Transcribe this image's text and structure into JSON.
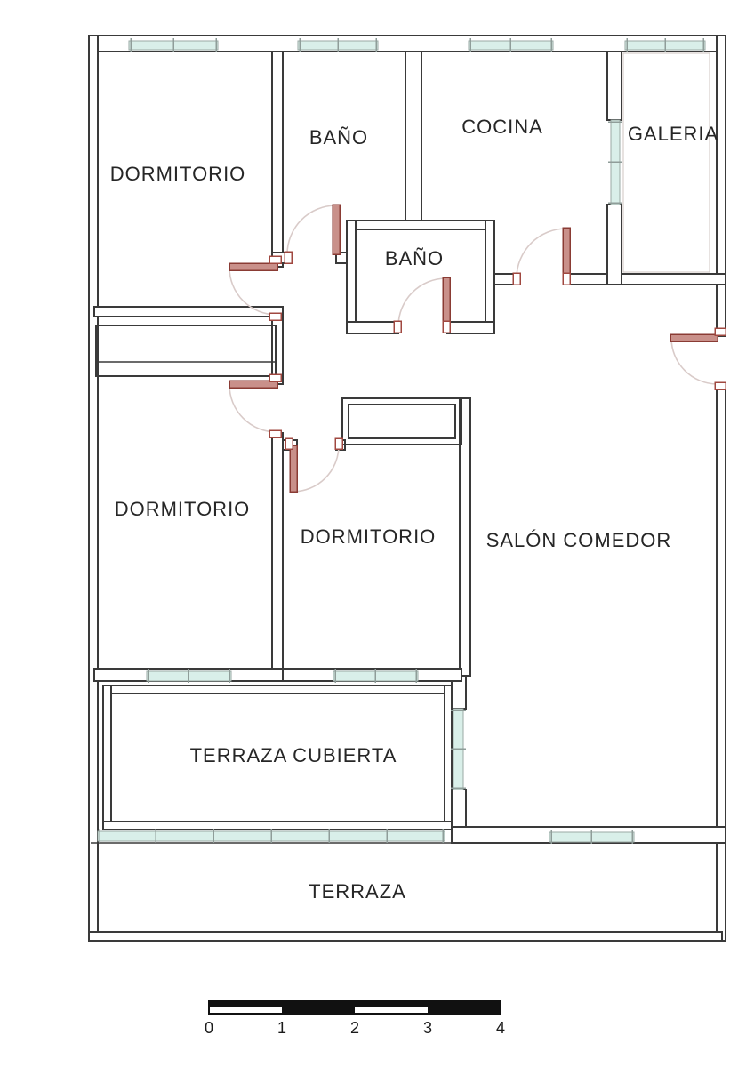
{
  "plan": {
    "title": "floor-plan",
    "rooms": [
      {
        "id": "dormitorio-top",
        "label": "DORMITORIO"
      },
      {
        "id": "bano-top",
        "label": "BAÑO"
      },
      {
        "id": "cocina",
        "label": "COCINA"
      },
      {
        "id": "galeria",
        "label": "GALERIA"
      },
      {
        "id": "bano-central",
        "label": "BAÑO"
      },
      {
        "id": "dormitorio-left",
        "label": "DORMITORIO"
      },
      {
        "id": "dormitorio-middle",
        "label": "DORMITORIO"
      },
      {
        "id": "salon-comedor",
        "label": "SALÓN COMEDOR"
      },
      {
        "id": "terraza-cubierta",
        "label": "TERRAZA CUBIERTA"
      },
      {
        "id": "terraza",
        "label": "TERRAZA"
      }
    ],
    "scale_bar": {
      "ticks": [
        "0",
        "1",
        "2",
        "3",
        "4"
      ]
    },
    "colors": {
      "wall": "#3a3a3a",
      "window_fill": "#d9efe9",
      "door_leaf": "#c9908a",
      "door_swing_arc": "#d9cbc9",
      "background": "#ffffff"
    }
  }
}
